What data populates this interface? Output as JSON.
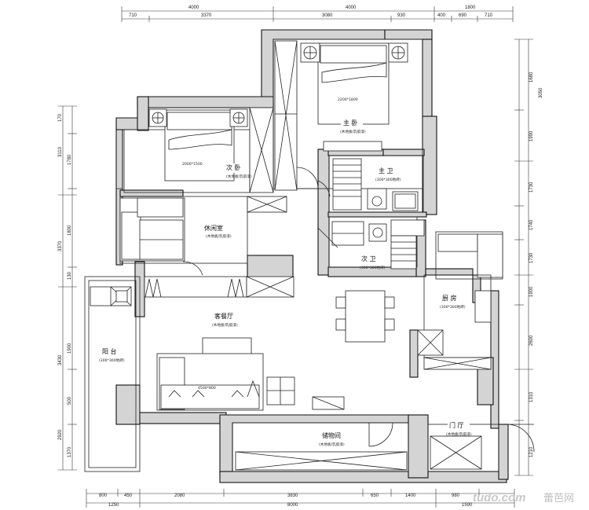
{
  "rooms": {
    "master_bedroom": "主 卧",
    "master_bedroom_note": "(木地板/乳胶漆)",
    "master_bed_size": "2200*1800",
    "second_bedroom": "次 卧",
    "second_bedroom_note": "(木地板/乳胶漆)",
    "second_bed_size": "2000*1500",
    "leisure_room": "休闲室",
    "leisure_room_note": "(木地板/乳胶漆)",
    "master_bath": "主 卫",
    "master_bath_note": "(300*300地砖)",
    "second_bath": "次 卫",
    "second_bath_note": "(300*300地砖)",
    "kitchen": "厨 房",
    "kitchen_note": "(300*300地砖)",
    "living_dining": "客餐厅",
    "living_dining_note": "(木地板/乳胶漆)",
    "balcony": "阳 台",
    "balcony_note": "(300*300地砖)",
    "storage": "储物间",
    "storage_note": "(木地板/乳胶漆)",
    "foyer": "门 厅",
    "foyer_note": "(木地板/乳胶漆)",
    "sofa_size": "4500*800"
  },
  "dimensions": {
    "top_total": [
      "4000",
      "4000",
      "1800"
    ],
    "top_segments": [
      "710",
      "3370",
      "3080",
      "930",
      "400",
      "690",
      "710"
    ],
    "bottom_segments": [
      "800",
      "450",
      "2080",
      "3830",
      "650",
      "1400",
      "980"
    ],
    "bottom_total": [
      "1250",
      "8000",
      "1590"
    ],
    "left_segments": [
      "170",
      "3110",
      "1780",
      "3370",
      "1800",
      "130",
      "3430",
      "1900",
      "2920",
      "500",
      "1370"
    ],
    "right_segments": [
      "1680",
      "3050",
      "1990",
      "1730",
      "1740",
      "1730",
      "1900",
      "2600",
      "1310",
      "1210"
    ]
  },
  "watermark": {
    "logo": "tudo.com",
    "text": "蕾芭网"
  }
}
